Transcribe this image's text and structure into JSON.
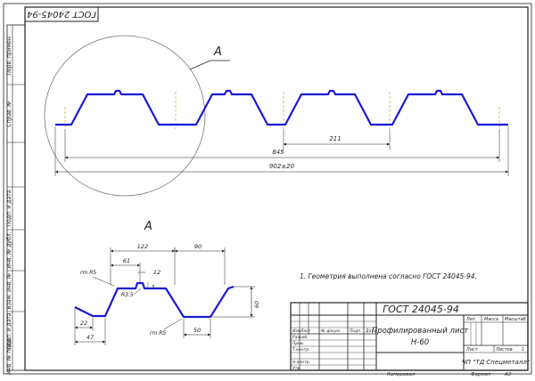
{
  "document": {
    "standard_code": "ГОСТ 24045-94",
    "standard_code_rotated": "ГОСТ 24045-94",
    "view_label_top": "А",
    "view_label_detail": "А",
    "note": "1. Геометрия выполнена согласно ГОСТ 24045-94.",
    "bottom_label_copied": "Копировал",
    "bottom_label_format": "Формат",
    "format_value": "А3"
  },
  "dimensions": {
    "pitch": "211",
    "working_width": "845",
    "overall_width": "902±20",
    "top_flat_width": "122",
    "top_flat_half": "61",
    "stiffener_width": "12",
    "stiffener_depth": "5",
    "bottom_flat_width": "90",
    "radius_top": "rm R5",
    "radius_top2": "rm R5",
    "radius_mid": "R3.5",
    "height": "60",
    "bottom_dim": "50",
    "end_width": "22",
    "end_offset": "47"
  },
  "side_stamp": {
    "labels": [
      "Перв. примен.",
      "Справ. №",
      "Подп. и дата",
      "Инв. № дубл.",
      "Взам. инв. №",
      "Подп. и дата",
      "Инв. № подл."
    ]
  },
  "title_block": {
    "doc_code": "ГОСТ 24045-94",
    "title_line1": "Профилированный лист",
    "title_line2": "Н-60",
    "company": "ЧП \"ТД Спецметалл\"",
    "col_headers": [
      "Изм.",
      "Лист",
      "№ докум.",
      "Подп.",
      "Дата"
    ],
    "row_labels": [
      "Разраб.",
      "Пров.",
      "Т.контр.",
      "",
      "Н.контр.",
      "Утв."
    ],
    "lit_header": "Лит.",
    "mass_header": "Масса",
    "scale_header": "Масштаб",
    "sheet_label": "Лист",
    "sheets_label": "Листов",
    "sheets_value": "1"
  },
  "colors": {
    "profile": "#1a1ad6",
    "lines": "#222222",
    "axis": "#c9a227"
  }
}
